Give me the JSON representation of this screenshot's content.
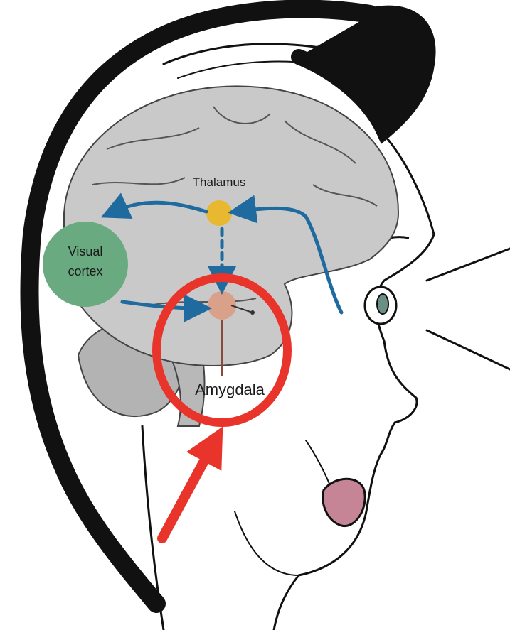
{
  "labels": {
    "thalamus": "Thalamus",
    "visual_cortex_line1": "Visual",
    "visual_cortex_line2": "cortex",
    "amygdala": "Amygdala"
  },
  "colors": {
    "brain": "#c9c9c9",
    "cerebellum": "#b3b3b3",
    "visual_cortex": "#6aaa80",
    "thalamus": "#e8b830",
    "amygdala": "#d9a08a",
    "pathway_arrow": "#1f6a9e",
    "highlight": "#e8342a"
  }
}
